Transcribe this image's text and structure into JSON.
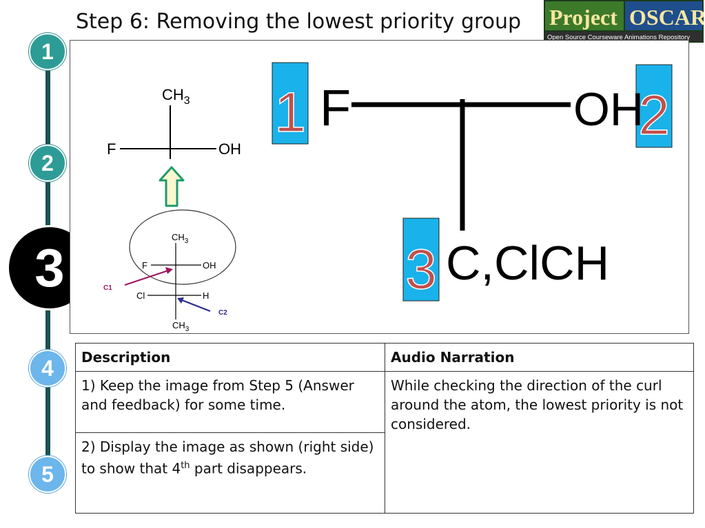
{
  "title": "Step 6: Removing the lowest priority group",
  "logo": {
    "project": "Project",
    "oscar": "OSCAR",
    "tagline": "Open Source Courseware Animations Repository"
  },
  "steps": [
    "1",
    "2",
    "3",
    "4",
    "5"
  ],
  "diagram": {
    "molecule": {
      "top": "CH",
      "top_sub": "3",
      "left": "F",
      "right": "OH"
    },
    "fischer": {
      "top": "CH",
      "top_sub": "3",
      "row1_left": "F",
      "row1_right": "OH",
      "row2_left": "Cl",
      "row2_right": "H",
      "bottom": "CH",
      "bottom_sub": "3",
      "c1": "C1",
      "c2": "C2"
    },
    "big": {
      "left": "F",
      "right": "OH",
      "bottom": "C,ClCH",
      "p1": "1",
      "p2": "2",
      "p3": "3"
    },
    "colors": {
      "priority_box": "#1ab2ea",
      "priority_digit": "#c0504d",
      "arrow_up": "#1e9a6a",
      "arrow_c1": "#a0165e",
      "arrow_c2": "#2b2b8a"
    }
  },
  "table": {
    "headers": [
      "Description",
      "Audio Narration"
    ],
    "desc1": "1) Keep the image from Step 5 (Answer and feedback) for some time.",
    "desc2_before": "2) Display the image as shown (right side) to show that 4",
    "desc2_sup": "th",
    "desc2_after": " part disappears.",
    "narration": "While checking the direction of the curl around the atom, the lowest priority is not considered."
  }
}
